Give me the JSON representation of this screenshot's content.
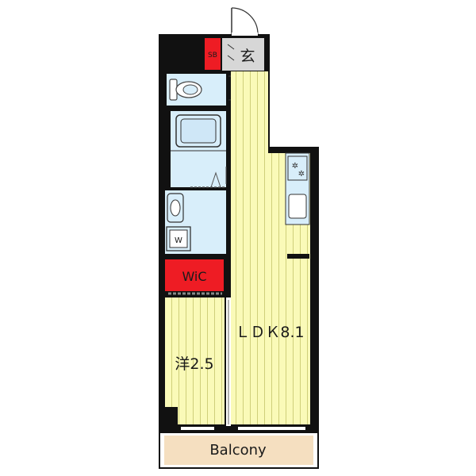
{
  "rooms": {
    "entrance": "玄",
    "shoe_box": "SB",
    "walk_in_closet": "WiC",
    "western_room": "洋2.5",
    "ldk": "ＬＤＫ8.1",
    "balcony": "Balcony",
    "washer": "W"
  },
  "colors": {
    "wall": "#111111",
    "floor_wood": "#fafab8",
    "floor_line": "#cfcf7a",
    "wet_area": "#d8eefa",
    "red_storage": "#ee1c24",
    "balcony": "#f5dfc0",
    "entrance_floor": "#d7d7d7"
  },
  "icons": [
    "toilet-icon",
    "bathtub-icon",
    "sink-icon",
    "washer-icon",
    "stove-icon",
    "kitchen-sink-icon",
    "door-swing-icon"
  ]
}
